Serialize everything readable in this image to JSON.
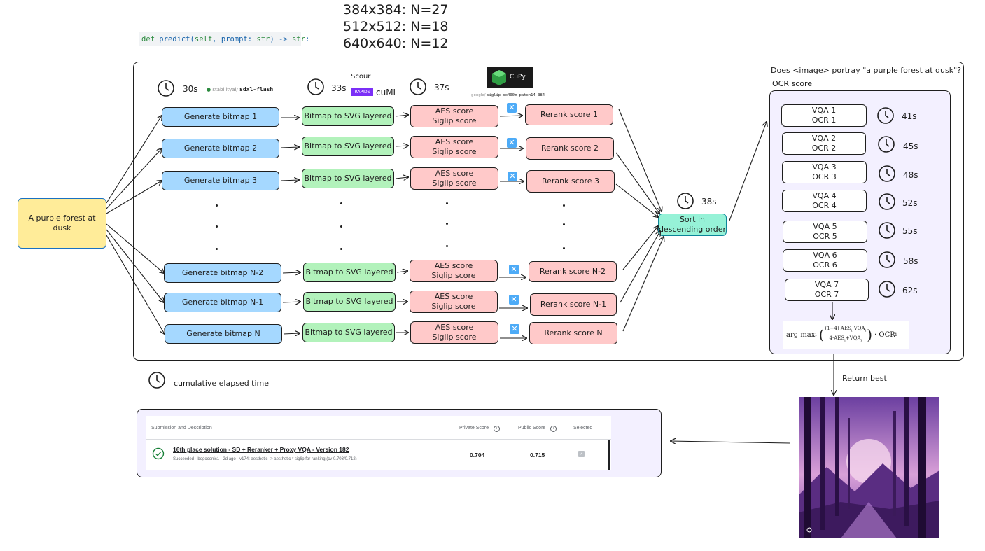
{
  "resolutions": [
    "384x384: N=27",
    "512x512: N=18",
    "640x640: N=12"
  ],
  "code": {
    "def": "def",
    "fn": " predict(",
    "self": "self",
    "mid": ", prompt: ",
    "str1": "str",
    "arrow": ") -> ",
    "str2": "str",
    "end": ":"
  },
  "input_prompt": "A purple forest at dusk",
  "timings": {
    "t1": "30s",
    "t2": "33s",
    "t3": "37s",
    "sort": "38s"
  },
  "model_tag": {
    "org": "stabilityai",
    "sep": "/",
    "name": "sdxl-flash"
  },
  "scour_label": "Scour",
  "rapids_label": "RAPIDS",
  "cuml_label": "cuML",
  "cupy_label": "CuPy",
  "siglip_tag": {
    "org": "google",
    "name": "siglip-so400m-patch14-384"
  },
  "rows": [
    {
      "gen": "Generate bitmap 1",
      "svg": "Bitmap to SVG layered",
      "aes": "AES score",
      "sig": "Siglip score",
      "rerank": "Rerank score 1"
    },
    {
      "gen": "Generate bitmap 2",
      "svg": "Bitmap to SVG layered",
      "aes": "AES score",
      "sig": "Siglip score",
      "rerank": "Rerank score 2"
    },
    {
      "gen": "Generate bitmap 3",
      "svg": "Bitmap to SVG layered",
      "aes": "AES score",
      "sig": "Siglip score",
      "rerank": "Rerank score 3"
    },
    {
      "gen": "Generate bitmap N-2",
      "svg": "Bitmap to SVG layered",
      "aes": "AES score",
      "sig": "Siglip score",
      "rerank": "Rerank score N-2"
    },
    {
      "gen": "Generate bitmap N-1",
      "svg": "Bitmap to SVG layered",
      "aes": "AES score",
      "sig": "Siglip score",
      "rerank": "Rerank score N-1"
    },
    {
      "gen": "Generate bitmap N",
      "svg": "Bitmap to SVG layered",
      "aes": "AES score",
      "sig": "Siglip score",
      "rerank": "Rerank score N"
    }
  ],
  "sort_label": [
    "Sort in",
    "descending order"
  ],
  "vqa_question": "Does <image> portray \"a purple forest at dusk\"?",
  "ocr_label": "OCR score",
  "vqa": [
    {
      "vqa": "VQA 1",
      "ocr": "OCR 1",
      "t": "41s"
    },
    {
      "vqa": "VQA 2",
      "ocr": "OCR 2",
      "t": "45s"
    },
    {
      "vqa": "VQA 3",
      "ocr": "OCR 3",
      "t": "48s"
    },
    {
      "vqa": "VQA 4",
      "ocr": "OCR 4",
      "t": "52s"
    },
    {
      "vqa": "VQA 5",
      "ocr": "OCR 5",
      "t": "55s"
    },
    {
      "vqa": "VQA 6",
      "ocr": "OCR 6",
      "t": "58s"
    },
    {
      "vqa": "VQA 7",
      "ocr": "OCR 7",
      "t": "62s"
    }
  ],
  "formula": {
    "argmax": "arg max",
    "sub": "i",
    "num": "(1+4)·AES",
    "den": "4·AES",
    "vqa": "VQA",
    "plus": "+",
    "tail": "· OCR"
  },
  "return_label": "Return best",
  "legend_label": "cumulative elapsed time",
  "submission": {
    "col_desc": "Submission and Description",
    "col_private": "Private Score",
    "col_public": "Public Score",
    "col_selected": "Selected",
    "title": "16th place solution - SD + Reranker + Proxy VQA - Version 182",
    "meta": "Succeeded · bogoconic1 · 2d ago · v174: aesthetic -> aesthetic * siglip for ranking (cv 0.703/0.712)",
    "private": "0.704",
    "public": "0.715"
  },
  "colors": {
    "blue": "#a5d8ff",
    "green": "#b2f2bb",
    "pink": "#ffc9c9",
    "lavender": "#f3f0ff",
    "yellow": "#ffec99",
    "teal": "#96f2d7"
  }
}
